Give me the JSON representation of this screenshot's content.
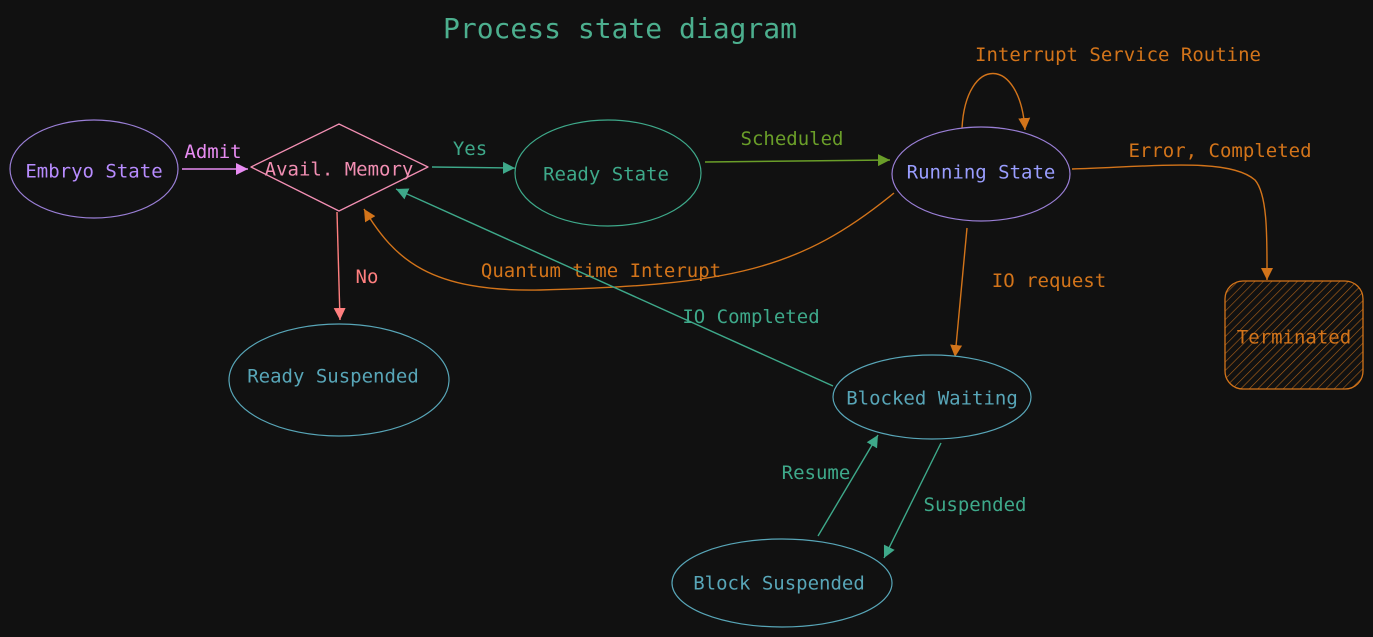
{
  "title": "Process state diagram",
  "colors": {
    "background": "#111111",
    "title": "#4caf8e",
    "purple": "#b88cff",
    "purple_stroke": "#9a7fd6",
    "pink": "#f28fb3",
    "green_teal": "#3ea98a",
    "olive": "#6a9e29",
    "blue": "#9a9eff",
    "cyan": "#58a6b8",
    "orange": "#d3741a",
    "red": "#ff7f7f",
    "magenta": "#e88cf2"
  },
  "nodes": {
    "embryo": "Embryo State",
    "avail_memory": "Avail. Memory",
    "ready": "Ready State",
    "running": "Running State",
    "ready_suspended": "Ready Suspended",
    "blocked_waiting": "Blocked Waiting",
    "block_suspended": "Block Suspended",
    "terminated": "Terminated"
  },
  "edges": {
    "admit": "Admit",
    "yes": "Yes",
    "no": "No",
    "scheduled": "Scheduled",
    "interrupt_service_routine": "Interrupt Service Routine",
    "error_completed": "Error, Completed",
    "quantum_time_interrupt": "Quantum time Interupt",
    "io_completed": "IO Completed",
    "io_request": "IO request",
    "resume": "Resume",
    "suspended": "Suspended"
  }
}
